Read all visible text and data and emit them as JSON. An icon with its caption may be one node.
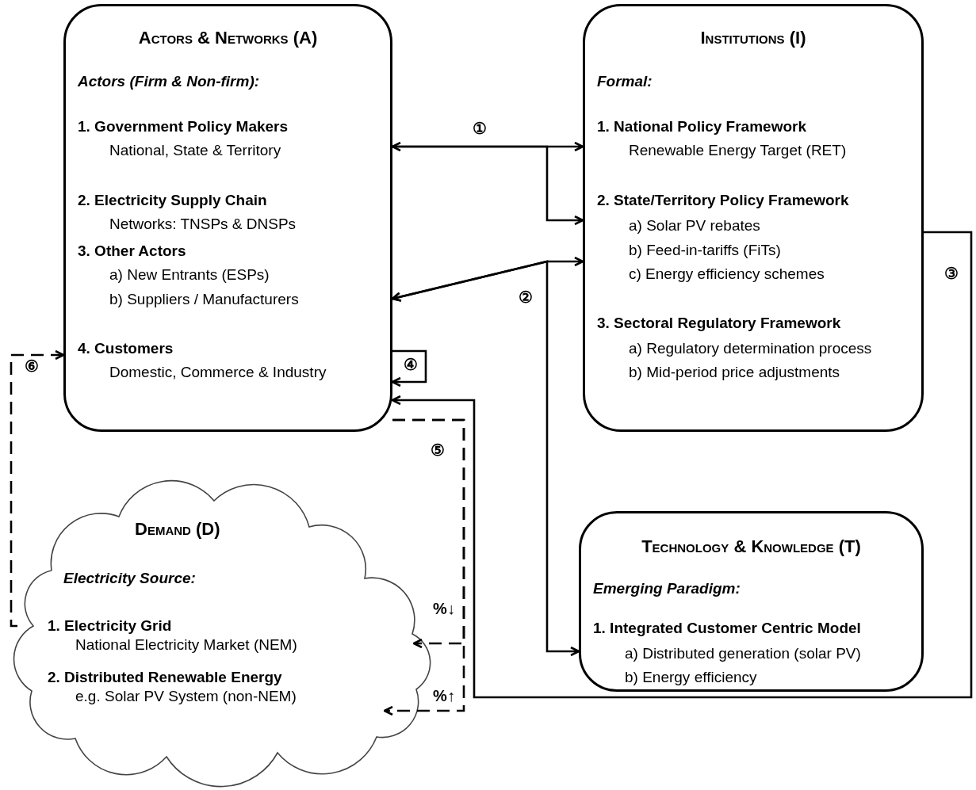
{
  "diagram": {
    "nodes": [
      {
        "text": [
          "Actors & Networks (A)",
          "Actors (Firm & Non-firm):",
          "1. Government Policy Makers",
          "National, State & Territory",
          "2. Electricity Supply Chain",
          "Networks: TNSPs & DNSPs",
          "3. Other Actors",
          "a) New Entrants (ESPs)",
          "b) Suppliers / Manufacturers",
          "4. Customers",
          "Domestic, Commerce & Industry"
        ]
      },
      {
        "text": [
          "Institutions (I)",
          "Formal:",
          "1. National Policy Framework",
          "Renewable Energy Target (RET)",
          "2. State/Territory Policy Framework",
          "a) Solar PV rebates",
          "b) Feed-in-tariffs (FiTs)",
          "c) Energy efficiency schemes",
          "3. Sectoral Regulatory Framework",
          "a) Regulatory determination process",
          "b) Mid-period price adjustments"
        ]
      },
      {
        "text": [
          "Demand (D)",
          "Electricity Source:",
          "1. Electricity Grid",
          "National Electricity Market (NEM)",
          "2. Distributed Renewable Energy",
          "e.g. Solar PV System (non-NEM)"
        ]
      },
      {
        "text": [
          "Technology & Knowledge (T)",
          "Emerging Paradigm:",
          "1. Integrated Customer Centric Model",
          "a) Distributed generation (solar PV)",
          "b) Energy efficiency"
        ]
      }
    ],
    "edges": [
      {
        "from": 0,
        "to": 1,
        "arrow": "both",
        "label": "①"
      },
      {
        "from": 0,
        "to": 1,
        "arrow": "to"
      },
      {
        "from": 0,
        "to": 1,
        "arrow": "both",
        "label": "②"
      },
      {
        "from": 0,
        "to": 3,
        "arrow": "both"
      },
      {
        "from": 1,
        "to": 0,
        "arrow": "to",
        "label": "③"
      },
      {
        "from": 0,
        "to": 0,
        "arrow": "to",
        "label": "④"
      },
      {
        "from": 0,
        "to": 2,
        "arrow": "to",
        "style": "dashed",
        "label": "%↓"
      },
      {
        "from": 0,
        "to": 2,
        "arrow": "to",
        "style": "dashed",
        "label": "%↑"
      },
      {
        "from": 2,
        "to": 0,
        "arrow": "to",
        "style": "dashed",
        "label": "⑥"
      }
    ],
    "labels": [
      "⑤"
    ]
  }
}
